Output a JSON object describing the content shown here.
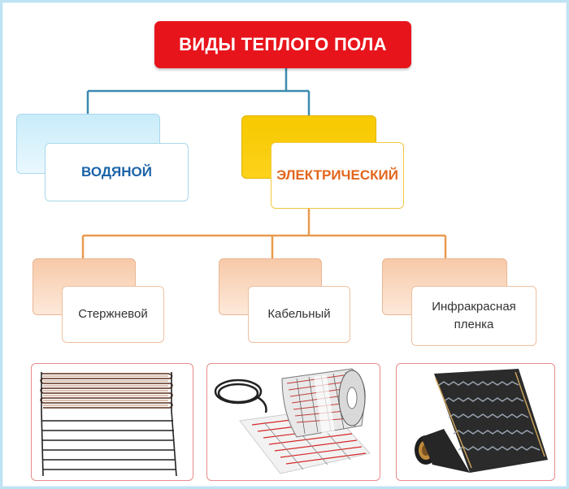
{
  "title": "ВИДЫ ТЕПЛОГО ПОЛА",
  "categories": [
    {
      "label": "ВОДЯНОЙ"
    },
    {
      "label": "ЭЛЕКТРИЧЕСКИЙ"
    }
  ],
  "electric_types": [
    {
      "label": "Стержневой"
    },
    {
      "label": "Кабельный"
    },
    {
      "label": "Инфракрасная пленка"
    }
  ],
  "colors": {
    "title_bg": "#e8141c",
    "water_text": "#1b63a8",
    "electric_text": "#e2661c",
    "water_connector": "#3b8ab0",
    "electric_connector": "#e89a4e"
  },
  "illustrations": [
    {
      "icon": "rod-heating-mat-photo"
    },
    {
      "icon": "cable-heating-mat-roll-photo"
    },
    {
      "icon": "infrared-film-roll-photo"
    }
  ]
}
